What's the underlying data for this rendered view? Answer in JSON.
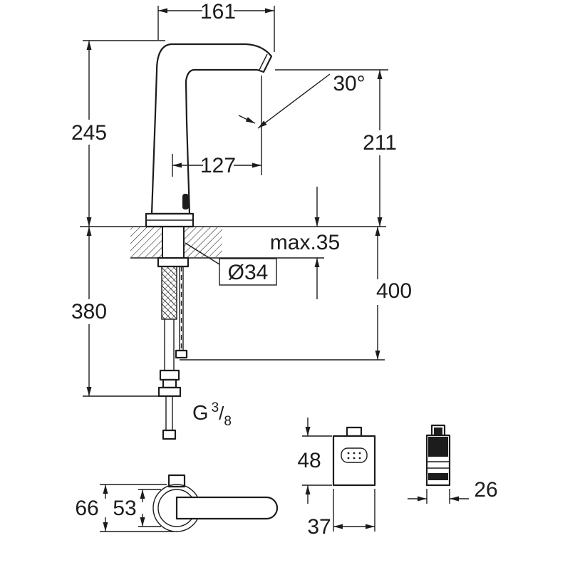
{
  "drawing": {
    "type": "faucet-installation-dimension-drawing",
    "background": "#ffffff",
    "line_color": "#1c1c1c"
  },
  "labels": {
    "dim_161": "161",
    "angle_30": "30°",
    "dim_245": "245",
    "dim_127": "127",
    "dim_211": "211",
    "dim_max35": "max.35",
    "dim_dia34": "Ø34",
    "dim_380": "380",
    "dim_400": "400",
    "thread_prefix": "G",
    "thread_numerator": "3",
    "thread_slash": "/",
    "thread_denominator": "8",
    "dim_66": "66",
    "dim_53": "53",
    "dim_48": "48",
    "dim_37": "37",
    "dim_26": "26"
  }
}
